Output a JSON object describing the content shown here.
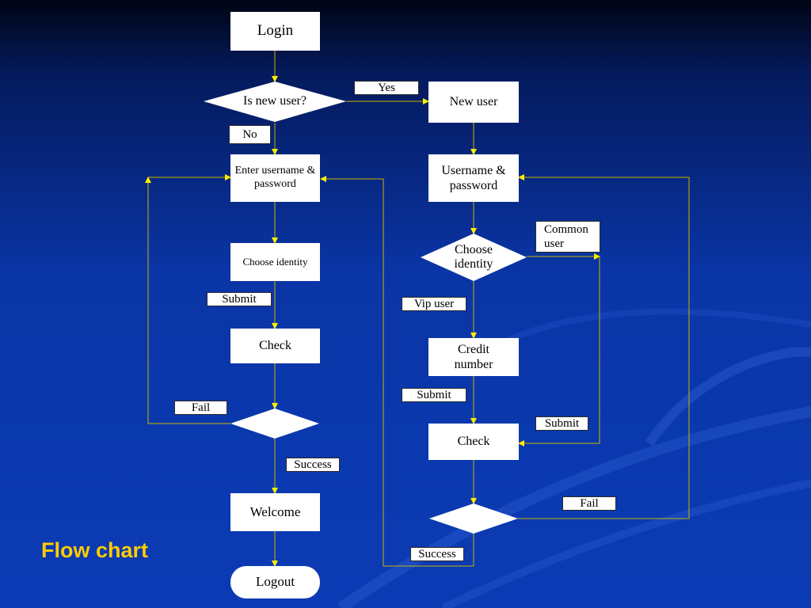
{
  "title": "Flow chart",
  "colors": {
    "node_fill": "#ffffff",
    "connector": "#ffd700",
    "title": "#ffcc00"
  },
  "nodes": {
    "login": "Login",
    "is_new_user": "Is new user?",
    "new_user": "New user",
    "enter_username_password": "Enter username & password",
    "username_password": "Username & password",
    "choose_identity_left": "Choose identity",
    "choose_identity_right": "Choose identity",
    "check_left": "Check",
    "credit_number": "Credit number",
    "check_right": "Check",
    "welcome": "Welcome",
    "logout": "Logout"
  },
  "labels": {
    "yes": "Yes",
    "no": "No",
    "submit_left": "Submit",
    "fail_left": "Fail",
    "success_left": "Success",
    "common_user": "Common user",
    "vip_user": "Vip user",
    "submit_credit": "Submit",
    "submit_common": "Submit",
    "fail_right": "Fail",
    "success_right": "Success"
  }
}
